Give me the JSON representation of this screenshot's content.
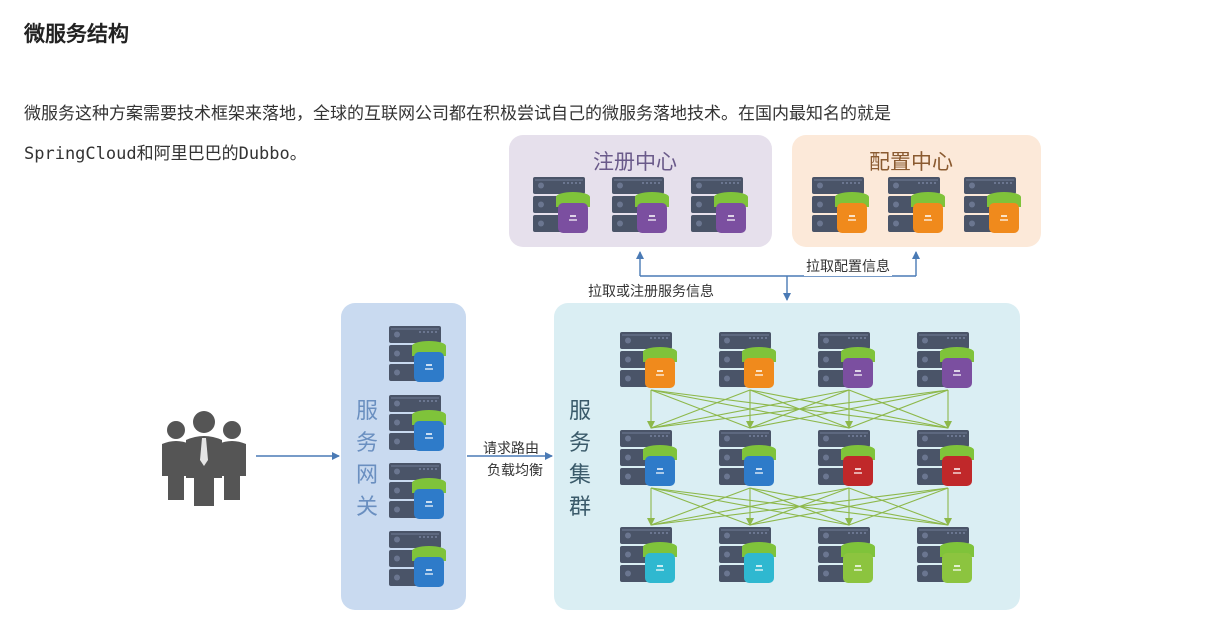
{
  "heading": "微服务结构",
  "intro": {
    "line1": "微服务这种方案需要技术框架来落地，全球的互联网公司都在积极尝试自己的微服务落地技术。在国内最知名的就是",
    "line2": "SpringCloud和阿里巴巴的Dubbo。"
  },
  "diagram": {
    "registry": {
      "title": "注册中心",
      "db_color": "#7b4fa0",
      "panel_color": "#e6e0ec",
      "title_color": "#6a5a8a"
    },
    "config": {
      "title": "配置中心",
      "db_color": "#f08a1c",
      "panel_color": "#fce9d9",
      "title_color": "#8a5a30"
    },
    "gateway": {
      "title": "服务网关",
      "db_color": "#2e7bc9",
      "panel_color": "#c9daf0",
      "title_color": "#6a8fc0"
    },
    "cluster": {
      "title": "服务集群",
      "panel_color": "#daeef3",
      "title_color": "#3a5a6a",
      "rows": [
        [
          "#f08a1c",
          "#f08a1c",
          "#7b4fa0",
          "#7b4fa0"
        ],
        [
          "#2e7bc9",
          "#2e7bc9",
          "#c0282a",
          "#c0282a"
        ],
        [
          "#2fb8d0",
          "#2fb8d0",
          "#8cc43f",
          "#8cc43f"
        ]
      ]
    },
    "labels": {
      "pull_or_register": "拉取或注册服务信息",
      "pull_config": "拉取配置信息",
      "route_line1": "请求路由",
      "route_line2": "负载均衡"
    },
    "colors": {
      "arrow": "#4a7ab5",
      "mesh": "#8db84a",
      "server_dark": "#4a5468",
      "server_light": "#6b7690",
      "db_top": "#7fc33a",
      "users": "#555555"
    }
  }
}
